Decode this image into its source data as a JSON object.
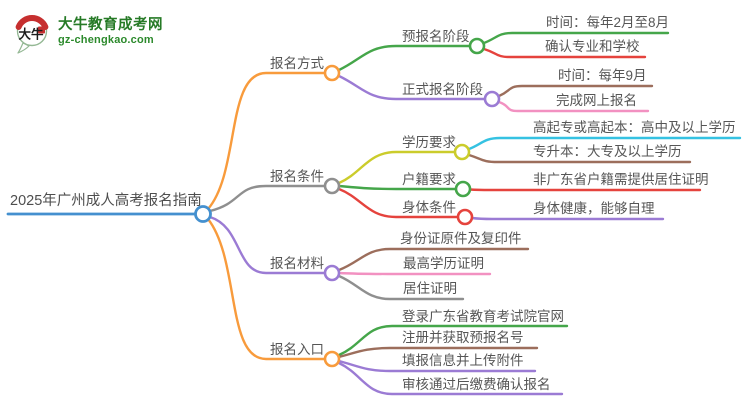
{
  "logo": {
    "title": "大牛教育成考网",
    "domain": "gz-chengkao.com",
    "mark_text": "大牛",
    "brand_color": "#267a26",
    "seal_color": "#c62f2f"
  },
  "mindmap": {
    "root": {
      "label": "2025年广州成人高考报名指南",
      "color": "#4490cf"
    },
    "branches": [
      {
        "label": "报名方式",
        "color": "#f89b3c",
        "children": [
          {
            "label": "预报名阶段",
            "color": "#45a64a",
            "children": [
              {
                "label": "时间：每年2月至8月",
                "color": "#45a64a"
              },
              {
                "label": "确认专业和学校",
                "color": "#e5433d"
              }
            ]
          },
          {
            "label": "正式报名阶段",
            "color": "#9b7bd4",
            "children": [
              {
                "label": "时间：每年9月",
                "color": "#9c6e5c"
              },
              {
                "label": "完成网上报名",
                "color": "#f291c1"
              }
            ]
          }
        ]
      },
      {
        "label": "报名条件",
        "color": "#8f8f8f",
        "children": [
          {
            "label": "学历要求",
            "color": "#cbcc2b",
            "children": [
              {
                "label": "高起专或高起本：高中及以上学历",
                "color": "#35c2e2"
              },
              {
                "label": "专升本：大专及以上学历",
                "color": "#9c6e5c"
              }
            ]
          },
          {
            "label": "户籍要求",
            "color": "#45a64a",
            "children": [
              {
                "label": "非广东省户籍需提供居住证明",
                "color": "#e5433d"
              }
            ]
          },
          {
            "label": "身体条件",
            "color": "#e5433d",
            "children": [
              {
                "label": "身体健康，能够自理",
                "color": "#9b7bd4"
              }
            ]
          }
        ]
      },
      {
        "label": "报名材料",
        "color": "#9b7bd4",
        "children": [
          {
            "label": "身份证原件及复印件",
            "color": "#9c6e5c"
          },
          {
            "label": "最高学历证明",
            "color": "#f291c1"
          },
          {
            "label": "居住证明",
            "color": "#8f8f8f"
          }
        ]
      },
      {
        "label": "报名入口",
        "color": "#f89b3c",
        "children": [
          {
            "label": "登录广东省教育考试院官网",
            "color": "#45a64a"
          },
          {
            "label": "注册并获取预报名号",
            "color": "#9c6e5c"
          },
          {
            "label": "填报信息并上传附件",
            "color": "#9b7bd4"
          },
          {
            "label": "审核通过后缴费确认报名",
            "color": "#9b7bd4"
          }
        ]
      }
    ]
  }
}
